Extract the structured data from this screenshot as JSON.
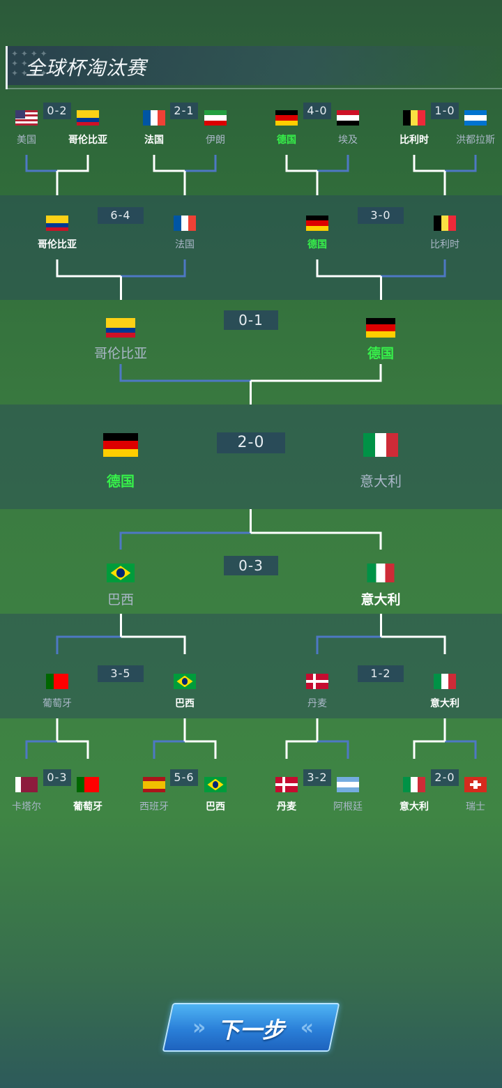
{
  "header": {
    "title": "全球杯淘汰赛"
  },
  "button": {
    "next_label": "下一步"
  },
  "colors": {
    "winner_green": "#37f04a",
    "winner_white": "#ffffff",
    "loser_gray": "#aab7c8",
    "line_blue": "#4e78c4",
    "line_white": "#ffffff"
  },
  "matches": [
    {
      "id": "t1",
      "score": "0-2",
      "left": {
        "name": "美国",
        "flag": "usa"
      },
      "right": {
        "name": "哥伦比亚",
        "flag": "colombia"
      },
      "winner": "right"
    },
    {
      "id": "t2",
      "score": "2-1",
      "left": {
        "name": "法国",
        "flag": "france"
      },
      "right": {
        "name": "伊朗",
        "flag": "iran"
      },
      "winner": "left"
    },
    {
      "id": "t3",
      "score": "4-0",
      "left": {
        "name": "德国",
        "flag": "germany"
      },
      "right": {
        "name": "埃及",
        "flag": "egypt"
      },
      "winner": "left"
    },
    {
      "id": "t4",
      "score": "1-0",
      "left": {
        "name": "比利时",
        "flag": "belgium"
      },
      "right": {
        "name": "洪都拉斯",
        "flag": "honduras"
      },
      "winner": "left"
    },
    {
      "id": "t5",
      "score": "6-4",
      "left": {
        "name": "哥伦比亚",
        "flag": "colombia"
      },
      "right": {
        "name": "法国",
        "flag": "france"
      },
      "winner": "left"
    },
    {
      "id": "t6",
      "score": "3-0",
      "left": {
        "name": "德国",
        "flag": "germany"
      },
      "right": {
        "name": "比利时",
        "flag": "belgium"
      },
      "winner": "left"
    },
    {
      "id": "t7",
      "score": "0-1",
      "left": {
        "name": "哥伦比亚",
        "flag": "colombia"
      },
      "right": {
        "name": "德国",
        "flag": "germany"
      },
      "winner": "right"
    },
    {
      "id": "f",
      "score": "2-0",
      "left": {
        "name": "德国",
        "flag": "germany"
      },
      "right": {
        "name": "意大利",
        "flag": "italy"
      },
      "winner": "left"
    },
    {
      "id": "b7",
      "score": "0-3",
      "left": {
        "name": "巴西",
        "flag": "brazil"
      },
      "right": {
        "name": "意大利",
        "flag": "italy"
      },
      "winner": "right"
    },
    {
      "id": "b5",
      "score": "3-5",
      "left": {
        "name": "葡萄牙",
        "flag": "portugal"
      },
      "right": {
        "name": "巴西",
        "flag": "brazil"
      },
      "winner": "right"
    },
    {
      "id": "b6",
      "score": "1-2",
      "left": {
        "name": "丹麦",
        "flag": "denmark"
      },
      "right": {
        "name": "意大利",
        "flag": "italy"
      },
      "winner": "right"
    },
    {
      "id": "b1",
      "score": "0-3",
      "left": {
        "name": "卡塔尔",
        "flag": "qatar"
      },
      "right": {
        "name": "葡萄牙",
        "flag": "portugal"
      },
      "winner": "right"
    },
    {
      "id": "b2",
      "score": "5-6",
      "left": {
        "name": "西班牙",
        "flag": "spain"
      },
      "right": {
        "name": "巴西",
        "flag": "brazil"
      },
      "winner": "right"
    },
    {
      "id": "b3",
      "score": "3-2",
      "left": {
        "name": "丹麦",
        "flag": "denmark"
      },
      "right": {
        "name": "阿根廷",
        "flag": "argentina"
      },
      "winner": "left"
    },
    {
      "id": "b4",
      "score": "2-0",
      "left": {
        "name": "意大利",
        "flag": "italy"
      },
      "right": {
        "name": "瑞士",
        "flag": "switzerland"
      },
      "winner": "left"
    }
  ]
}
